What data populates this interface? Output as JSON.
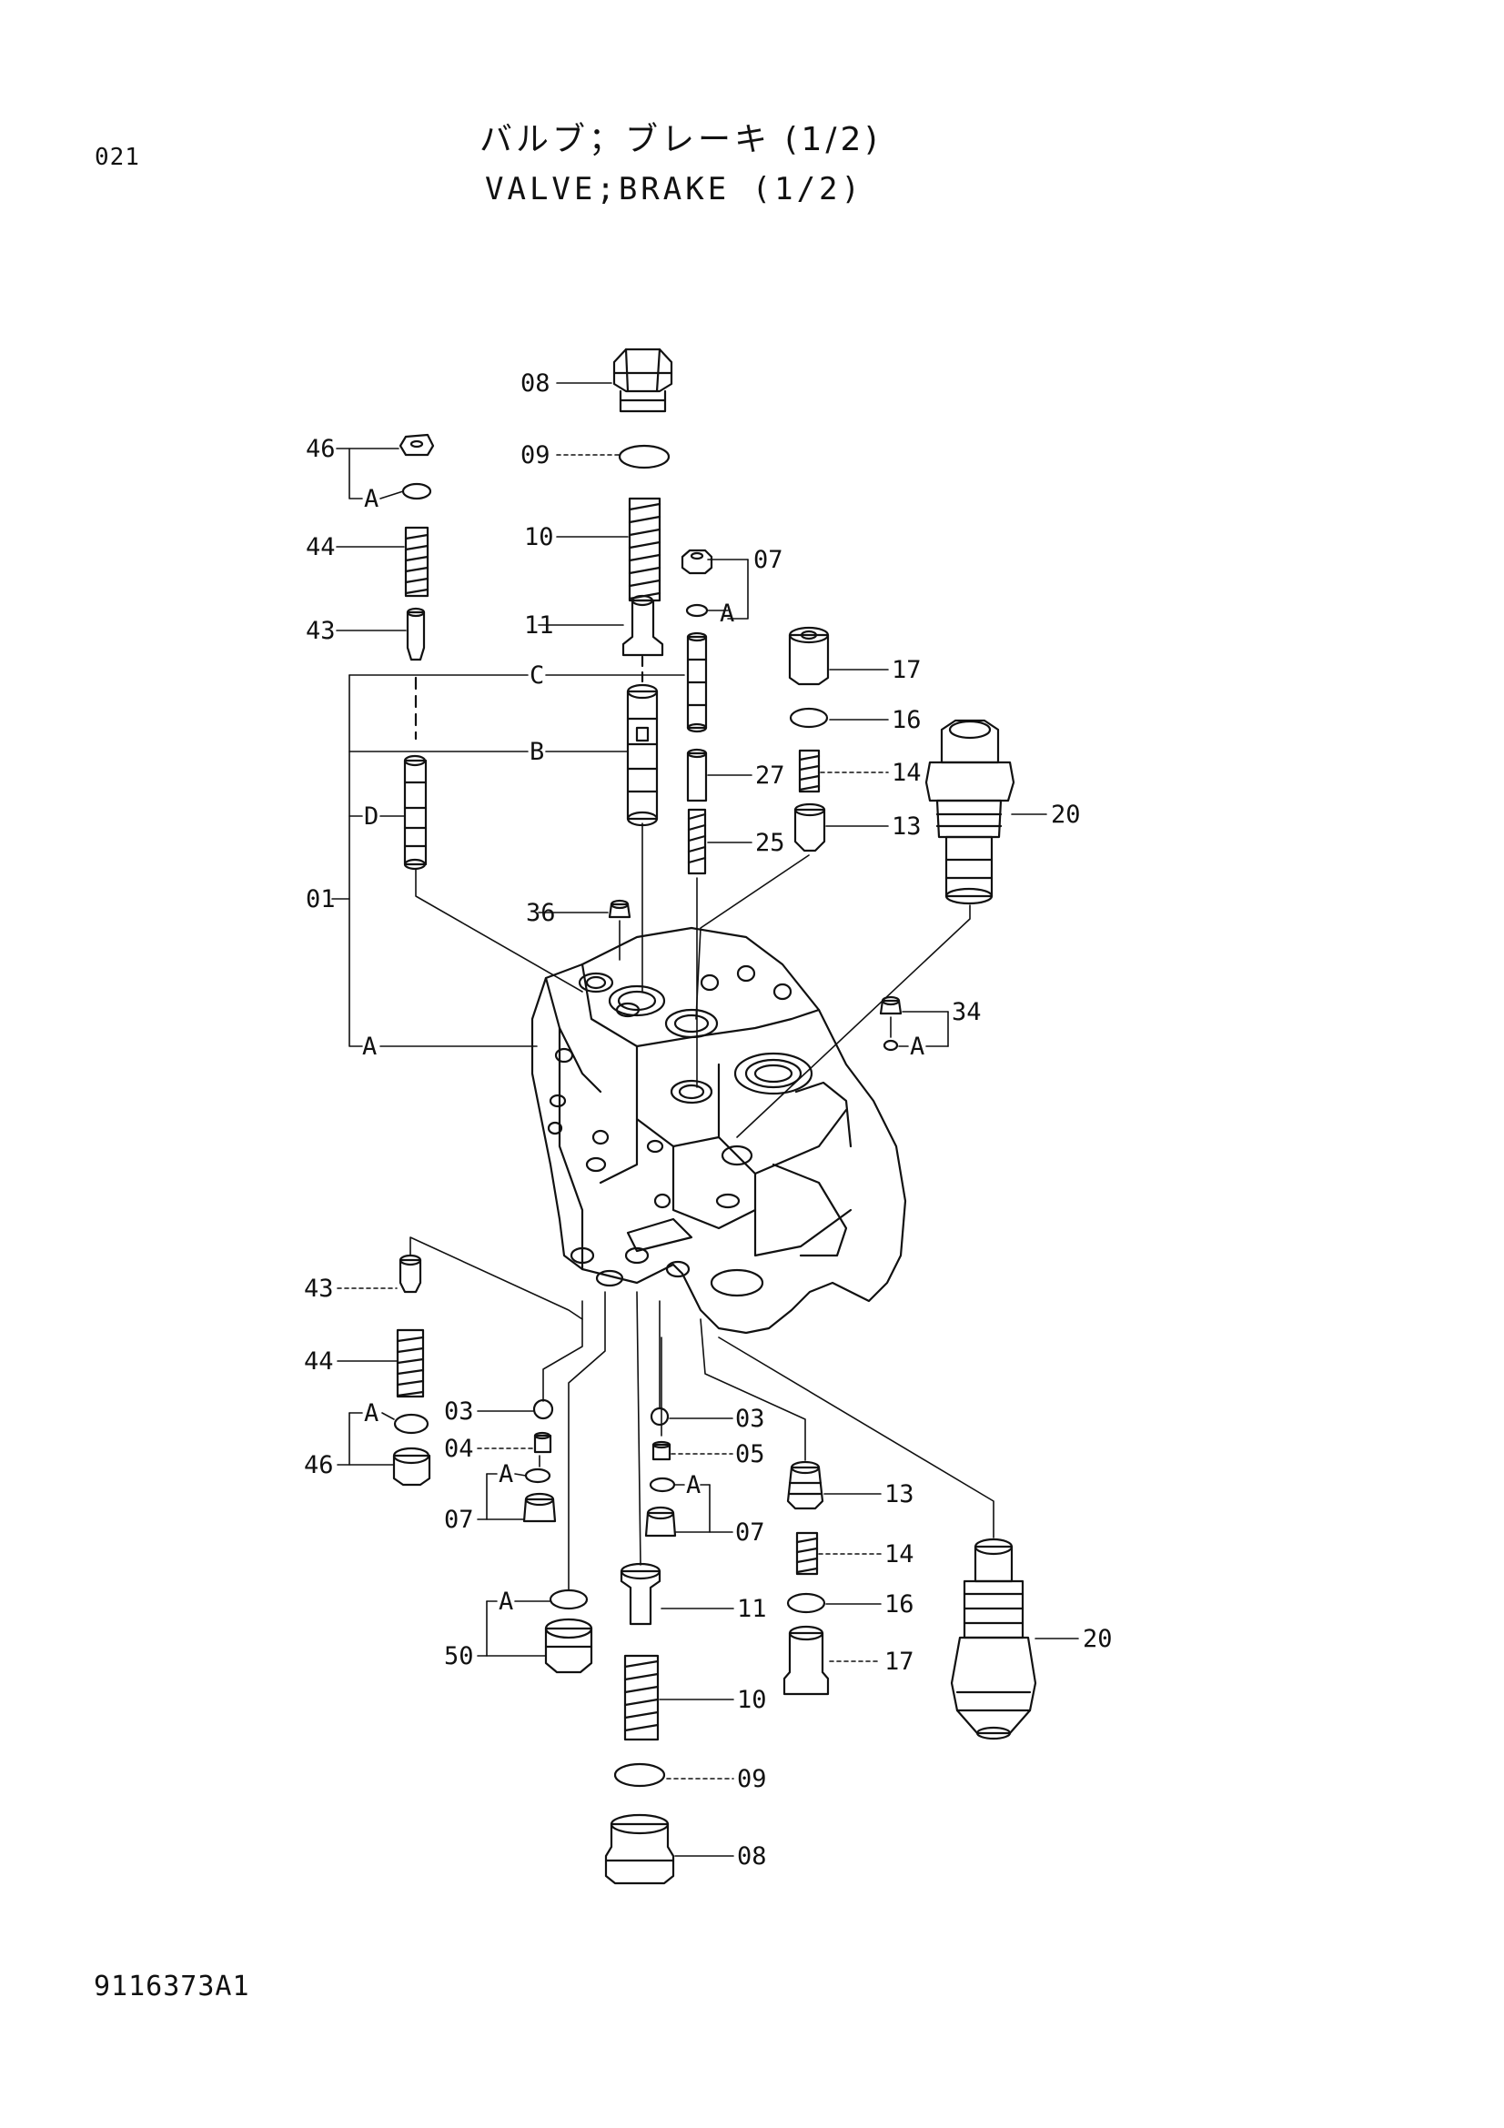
{
  "header": {
    "page_code": "021",
    "title_jp": "バルブ；ブレーキ (1/2)",
    "title_en": "VALVE;BRAKE (1/2)"
  },
  "footer": {
    "drawing_number": "9116373A1"
  },
  "callouts": [
    {
      "id": "c-08-top",
      "label": "08"
    },
    {
      "id": "c-09-top",
      "label": "09"
    },
    {
      "id": "c-10-top",
      "label": "10"
    },
    {
      "id": "c-11-top",
      "label": "11"
    },
    {
      "id": "c-07-top",
      "label": "07"
    },
    {
      "id": "c-a-07-top",
      "label": "A"
    },
    {
      "id": "c-46-top",
      "label": "46"
    },
    {
      "id": "c-a-46-top",
      "label": "A"
    },
    {
      "id": "c-44-top",
      "label": "44"
    },
    {
      "id": "c-43-top",
      "label": "43"
    },
    {
      "id": "c-c",
      "label": "C"
    },
    {
      "id": "c-b",
      "label": "B"
    },
    {
      "id": "c-d",
      "label": "D"
    },
    {
      "id": "c-01",
      "label": "01"
    },
    {
      "id": "c-a-01",
      "label": "A"
    },
    {
      "id": "c-17-top",
      "label": "17"
    },
    {
      "id": "c-16-top",
      "label": "16"
    },
    {
      "id": "c-14-top",
      "label": "14"
    },
    {
      "id": "c-13-top",
      "label": "13"
    },
    {
      "id": "c-27",
      "label": "27"
    },
    {
      "id": "c-25",
      "label": "25"
    },
    {
      "id": "c-20-top",
      "label": "20"
    },
    {
      "id": "c-36",
      "label": "36"
    },
    {
      "id": "c-34",
      "label": "34"
    },
    {
      "id": "c-a-34",
      "label": "A"
    },
    {
      "id": "c-43-bot",
      "label": "43"
    },
    {
      "id": "c-44-bot",
      "label": "44"
    },
    {
      "id": "c-a-46-bot",
      "label": "A"
    },
    {
      "id": "c-46-bot",
      "label": "46"
    },
    {
      "id": "c-03-left",
      "label": "03"
    },
    {
      "id": "c-04",
      "label": "04"
    },
    {
      "id": "c-a-07-left",
      "label": "A"
    },
    {
      "id": "c-07-left",
      "label": "07"
    },
    {
      "id": "c-a-50",
      "label": "A"
    },
    {
      "id": "c-50",
      "label": "50"
    },
    {
      "id": "c-03-right",
      "label": "03"
    },
    {
      "id": "c-05",
      "label": "05"
    },
    {
      "id": "c-a-07-right",
      "label": "A"
    },
    {
      "id": "c-07-right",
      "label": "07"
    },
    {
      "id": "c-11-bot",
      "label": "11"
    },
    {
      "id": "c-10-bot",
      "label": "10"
    },
    {
      "id": "c-09-bot",
      "label": "09"
    },
    {
      "id": "c-08-bot",
      "label": "08"
    },
    {
      "id": "c-13-bot",
      "label": "13"
    },
    {
      "id": "c-14-bot",
      "label": "14"
    },
    {
      "id": "c-16-bot",
      "label": "16"
    },
    {
      "id": "c-17-bot",
      "label": "17"
    },
    {
      "id": "c-20-bot",
      "label": "20"
    }
  ]
}
